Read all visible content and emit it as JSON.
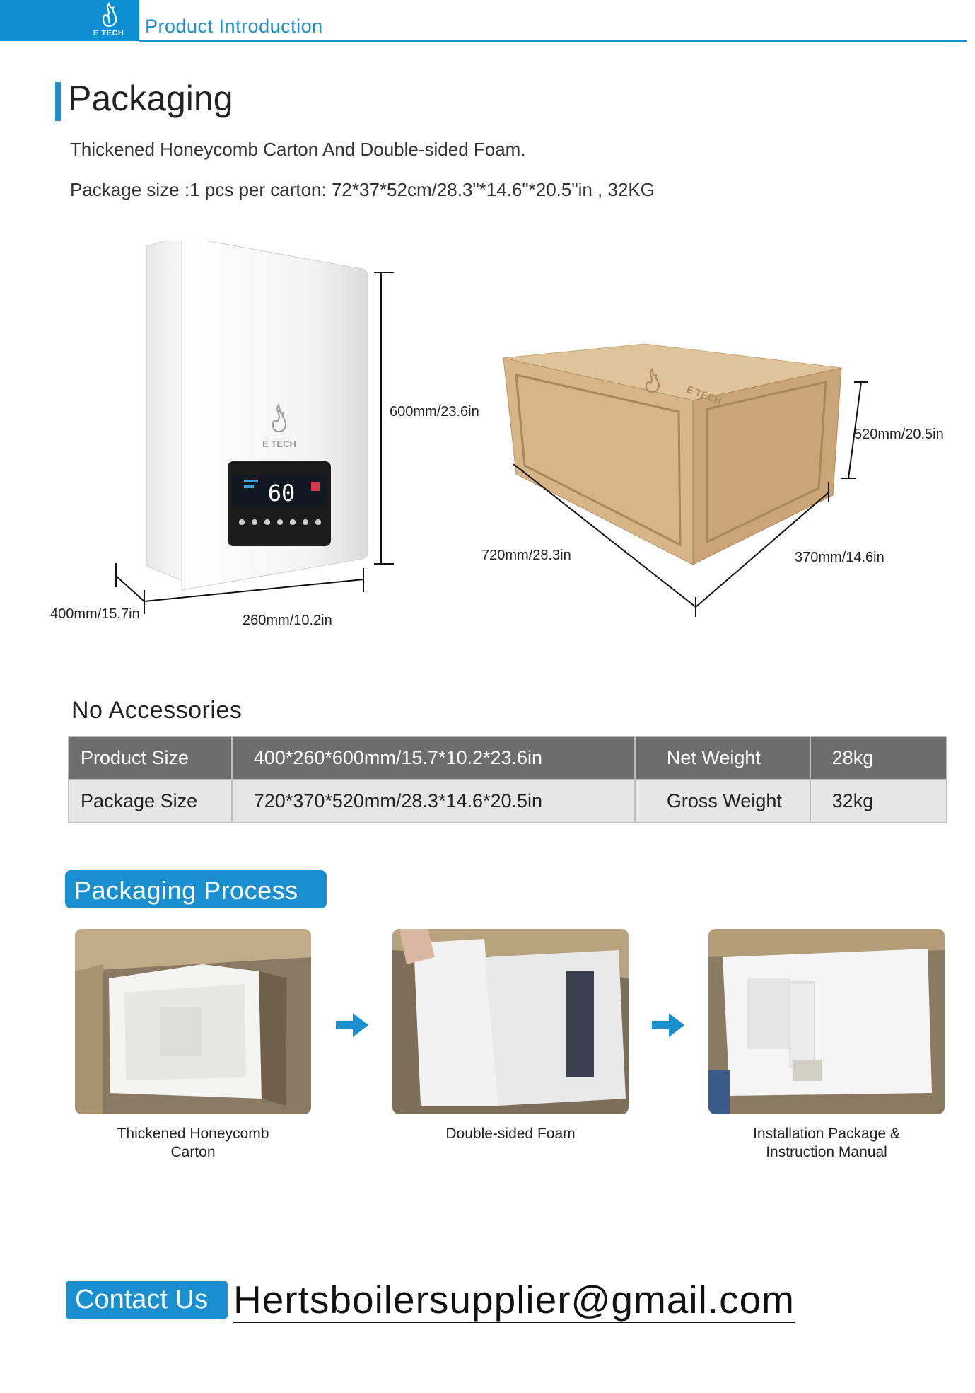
{
  "header": {
    "brand": "E TECH",
    "title": "Product Introduction"
  },
  "packaging": {
    "title": "Packaging",
    "description": "Thickened Honeycomb Carton And Double-sided Foam.",
    "package_size": "Package size :1 pcs per carton: 72*37*52cm/28.3\"*14.6\"*20.5\"in , 32KG"
  },
  "product_figure": {
    "logo_text": "E TECH",
    "display_value": "60",
    "height_label": "600mm/23.6in",
    "depth_label": "400mm/15.7in",
    "width_label": "260mm/10.2in"
  },
  "carton_figure": {
    "logo_text": "E TECH",
    "height_label": "520mm/20.5in",
    "length_label": "720mm/28.3in",
    "width_label": "370mm/14.6in"
  },
  "accessories": {
    "title": "No  Accessories"
  },
  "spec_table": {
    "rows": [
      {
        "label": "Product Size",
        "value": "400*260*600mm/15.7*10.2*23.6in",
        "weight_label": "Net Weight",
        "weight_value": "28kg"
      },
      {
        "label": "Package Size",
        "value": "720*370*520mm/28.3*14.6*20.5in",
        "weight_label": "Gross Weight",
        "weight_value": "32kg"
      }
    ]
  },
  "process": {
    "title": "Packaging Process",
    "steps": [
      {
        "caption_line1": "Thickened Honeycomb",
        "caption_line2": "Carton"
      },
      {
        "caption_line1": "Double-sided Foam",
        "caption_line2": ""
      },
      {
        "caption_line1": "Installation Package &",
        "caption_line2": "Instruction Manual"
      }
    ]
  },
  "contact": {
    "label": "Contact Us",
    "email": "Hertsboilersupplier@gmail.com"
  },
  "colors": {
    "accent": "#1a8fd0",
    "table_header_bg": "#6d6d6d",
    "table_row_bg": "#e6e6e6",
    "carton": "#d9b98d"
  }
}
